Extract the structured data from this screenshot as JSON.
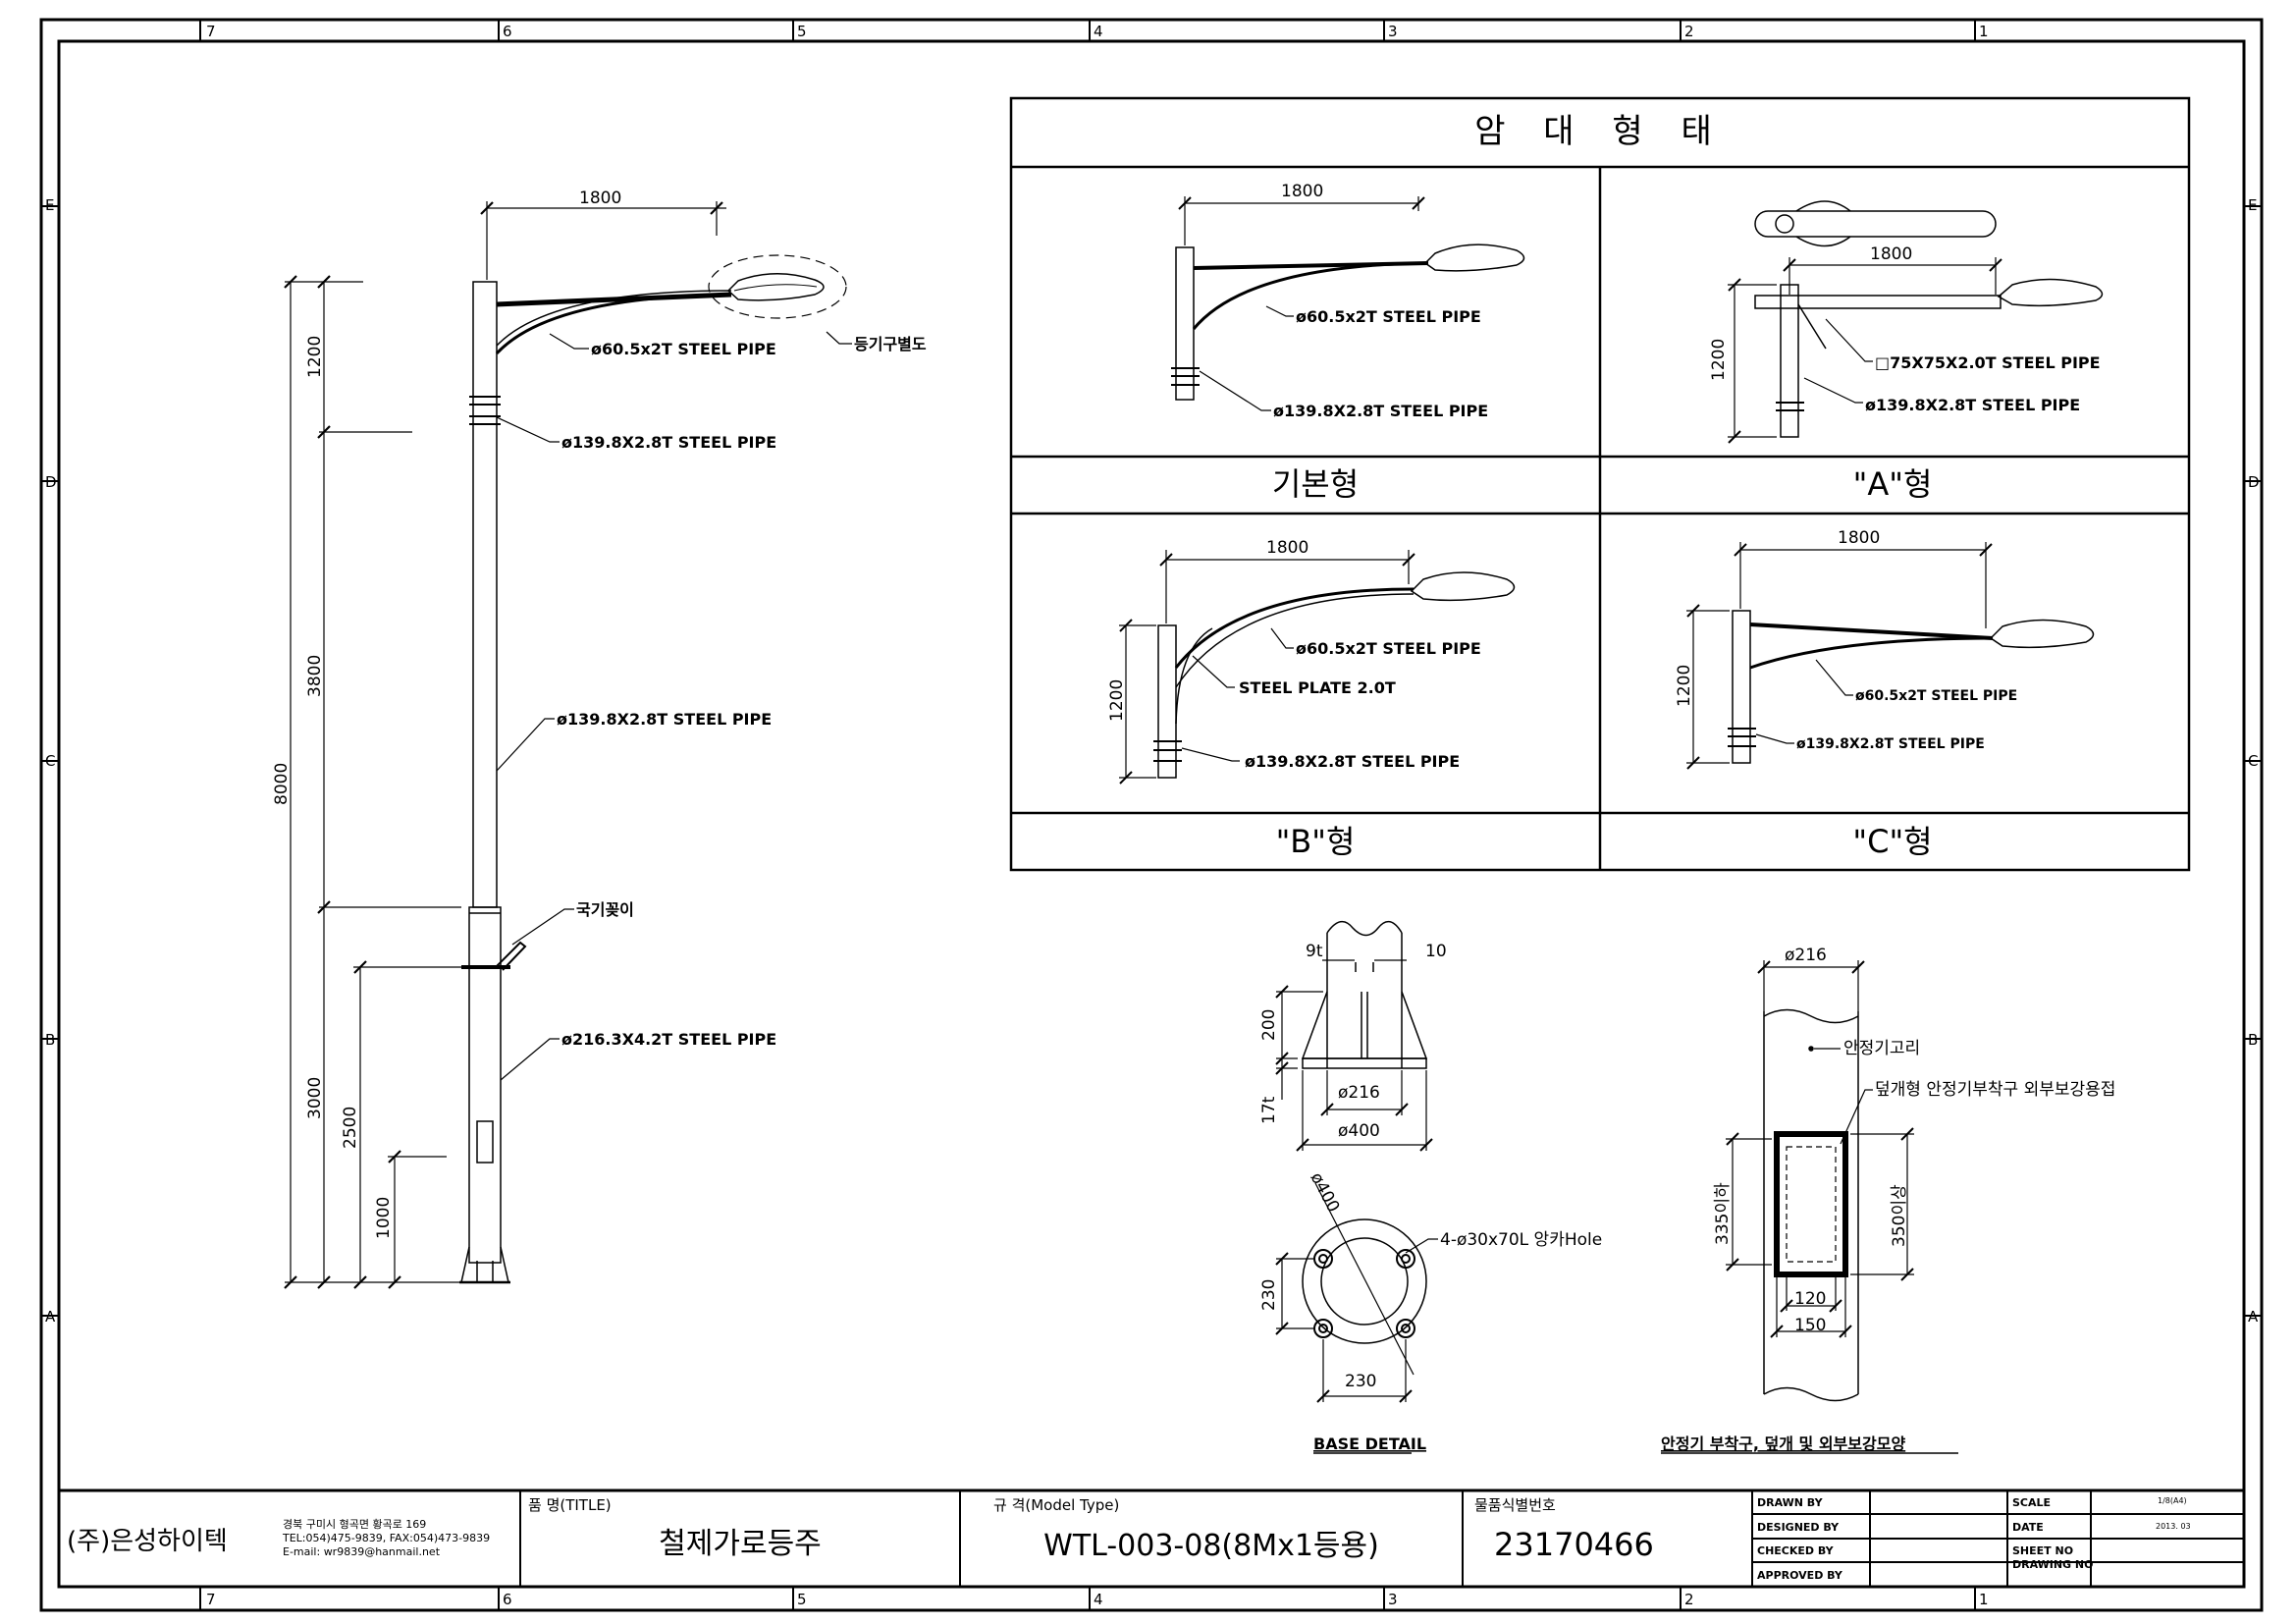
{
  "frame": {
    "col_zones": [
      "7",
      "6",
      "5",
      "4",
      "3",
      "2",
      "1"
    ],
    "row_zones": [
      "E",
      "D",
      "C",
      "B",
      "A"
    ]
  },
  "pole": {
    "arm_length": "1800",
    "dims": {
      "total": "8000",
      "top": "1200",
      "mid": "3800",
      "bottom": "3000",
      "flag_height": "2500",
      "door_height": "1000"
    },
    "labels": {
      "arm_pipe": "ø60.5x2T STEEL PIPE",
      "luminaire": "등기구별도",
      "upper_pipe_1": "ø139.8X2.8T STEEL PIPE",
      "upper_pipe_2": "ø139.8X2.8T STEEL PIPE",
      "flag_holder": "국기꽂이",
      "lower_pipe": "ø216.3X4.2T STEEL PIPE"
    }
  },
  "arm_types": {
    "title": "암 대 형 태",
    "basic": {
      "name": "기본형",
      "dim": "1800",
      "pipe_arm": "ø60.5x2T STEEL PIPE",
      "pipe_pole": "ø139.8X2.8T STEEL PIPE"
    },
    "a": {
      "name": "\"A\"형",
      "dim": "1800",
      "dim_v": "1200",
      "pipe_arm": "□75X75X2.0T  STEEL  PIPE",
      "pipe_pole": "ø139.8X2.8T STEEL PIPE"
    },
    "b": {
      "name": "\"B\"형",
      "dim": "1800",
      "dim_v": "1200",
      "pipe_arm": "ø60.5x2T STEEL PIPE",
      "plate": "STEEL PLATE 2.0T",
      "pipe_pole": "ø139.8X2.8T STEEL PIPE"
    },
    "c": {
      "name": "\"C\"형",
      "dim": "1800",
      "dim_v": "1200",
      "pipe_arm": "ø60.5x2T STEEL PIPE",
      "pipe_pole": "ø139.8X2.8T STEEL PIPE"
    }
  },
  "base_detail": {
    "title": "BASE DETAIL",
    "side": {
      "rib": "9t",
      "gap": "10",
      "height": "200",
      "plate": "17t",
      "pipe_dia": "ø216",
      "base_dia": "ø400"
    },
    "plan": {
      "pcd": "ø400",
      "holes": "4-ø30x70L 앙카Hole",
      "dim_v": "230",
      "dim_h": "230"
    }
  },
  "stabilizer": {
    "title": "안정기 부착구, 덮개 및 외부보강모양",
    "dia": "ø216",
    "hook": "안정기고리",
    "cover": "덮개형 안정기부착구 외부보강용접",
    "inner_h": "335이하",
    "outer_h": "350이상",
    "inner_w": "120",
    "outer_w": "150"
  },
  "title_block": {
    "company": "(주)은성하이텍",
    "address": "경북 구미시 형곡면 황곡로 169",
    "tel": "TEL:054)475-9839, FAX:054)473-9839",
    "email": "E-mail: wr9839@hanmail.net",
    "title_label": "품 명(TITLE)",
    "title_value": "철제가로등주",
    "model_label": "규 격(Model Type)",
    "model_value": "WTL-003-08(8Mx1등용)",
    "id_label": "물품식별번호",
    "id_value": "23170466",
    "sign_labels": [
      "DRAWN BY",
      "DESIGNED BY",
      "CHECKED BY",
      "APPROVED BY"
    ],
    "info_labels": [
      "SCALE",
      "DATE",
      "SHEET NO",
      "DRAWING NO"
    ],
    "info_values": [
      "1/8(A4)",
      "2013. 03",
      "",
      ""
    ]
  }
}
